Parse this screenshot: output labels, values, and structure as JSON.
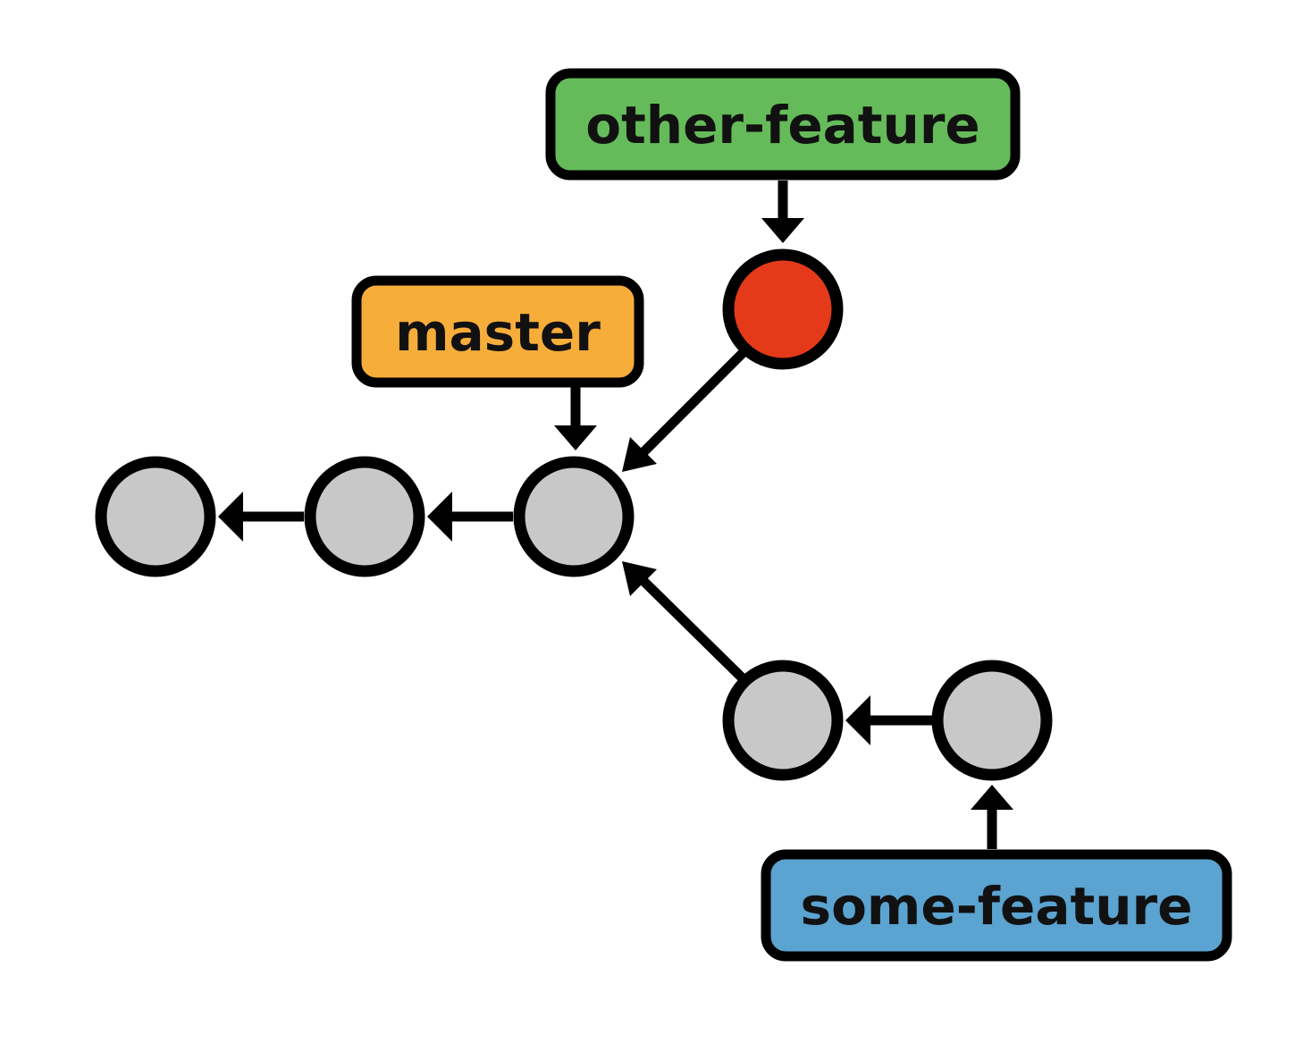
{
  "colors": {
    "outline": "#000000",
    "commit_fill": "#c8c8c8",
    "highlight_commit_fill": "#e43a19",
    "master_fill": "#f7ad3a",
    "other_feature_fill": "#65bb5a",
    "some_feature_fill": "#5ba3d0"
  },
  "branches": {
    "other_feature": "other-feature",
    "master": "master",
    "some_feature": "some-feature"
  },
  "commits": [
    {
      "id": "commit-1",
      "highlight": false
    },
    {
      "id": "commit-2",
      "highlight": false
    },
    {
      "id": "commit-3",
      "highlight": false
    },
    {
      "id": "commit-other-feature",
      "highlight": true
    },
    {
      "id": "commit-some-feature-1",
      "highlight": false
    },
    {
      "id": "commit-some-feature-2",
      "highlight": false
    }
  ]
}
